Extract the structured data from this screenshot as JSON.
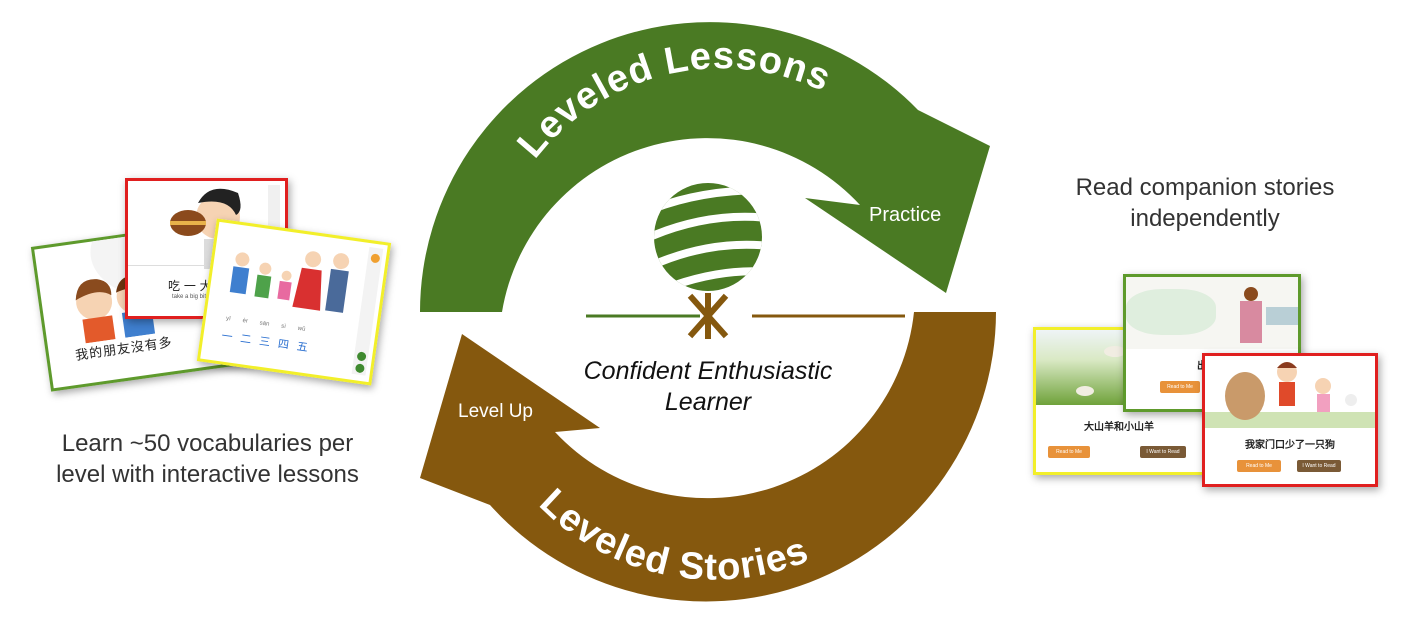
{
  "colors": {
    "green": "#4a7a23",
    "brown": "#85580e",
    "card_green": "#5e9a2c",
    "card_red": "#e01f1f",
    "card_yellow": "#f2ef2a",
    "button_orange": "#e8923a",
    "button_dark": "#7a5a36"
  },
  "cycle": {
    "top_arc_label": "Leveled Lessons",
    "bottom_arc_label": "Leveled Stories",
    "practice_label": "Practice",
    "level_up_label": "Level Up",
    "center_label_line1": "Confident Enthusiastic",
    "center_label_line2": "Learner"
  },
  "left": {
    "caption_line1": "Learn ~50 vocabularies per",
    "caption_line2": "level with interactive lessons",
    "card_back_text": "我的朋友沒有多",
    "card_middle_text": "吃 一 大",
    "card_middle_subtext": "take a big bite",
    "card_front_pinyin": [
      "yī",
      "èr",
      "sān",
      "sì",
      "wǔ"
    ],
    "card_front_hanzi": [
      "一",
      "二",
      "三",
      "四",
      "五"
    ]
  },
  "right": {
    "caption_line1": "Read companion stories",
    "caption_line2": "independently",
    "story1_title": "大山羊和小山羊",
    "story2_title": "出去玩",
    "story3_title": "我家门口少了一只狗",
    "read_to_me": "Read to Me",
    "i_want_to_read": "I Want to Read"
  }
}
